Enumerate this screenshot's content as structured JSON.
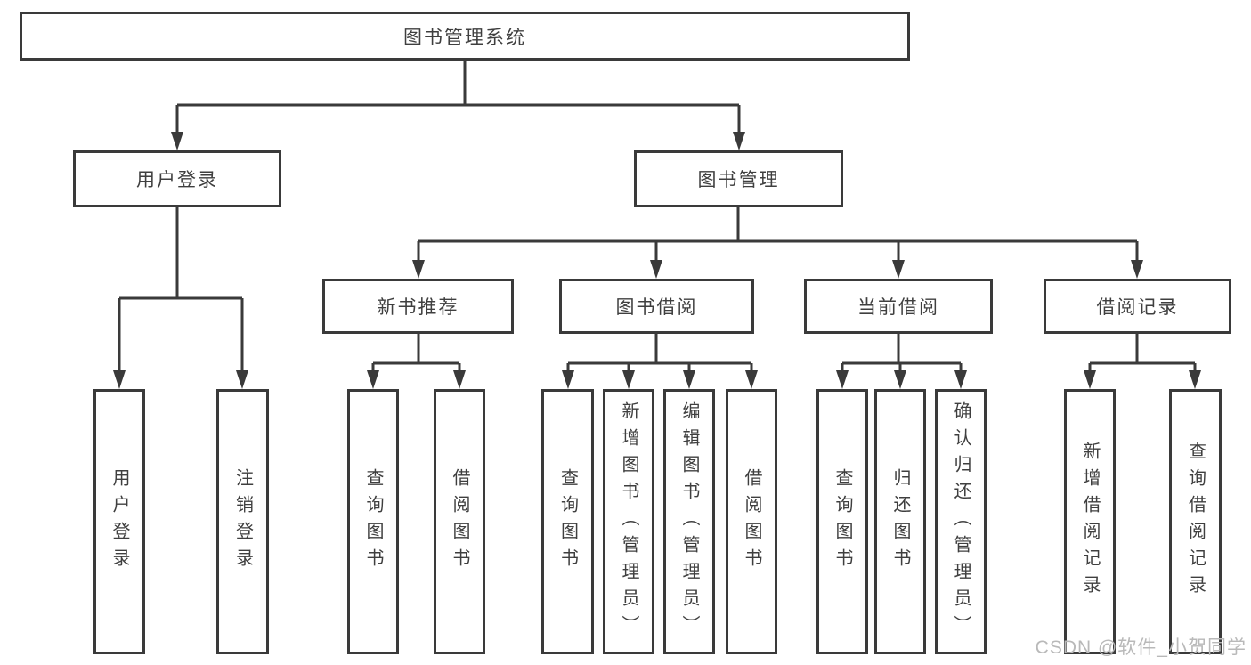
{
  "tree": {
    "label": "图书管理系统",
    "children": [
      {
        "label": "用户登录",
        "children": [
          {
            "label": "用户登录"
          },
          {
            "label": "注销登录"
          }
        ]
      },
      {
        "label": "图书管理",
        "children": [
          {
            "label": "新书推荐",
            "children": [
              {
                "label": "查询图书"
              },
              {
                "label": "借阅图书"
              }
            ]
          },
          {
            "label": "图书借阅",
            "children": [
              {
                "label": "查询图书"
              },
              {
                "label": "新增图书（管理员）"
              },
              {
                "label": "编辑图书（管理员）"
              },
              {
                "label": "借阅图书"
              }
            ]
          },
          {
            "label": "当前借阅",
            "children": [
              {
                "label": "查询图书"
              },
              {
                "label": "归还图书"
              },
              {
                "label": "确认归还（管理员）"
              }
            ]
          },
          {
            "label": "借阅记录",
            "children": [
              {
                "label": "新增借阅记录"
              },
              {
                "label": "查询借阅记录"
              }
            ]
          }
        ]
      }
    ]
  },
  "watermark": "CSDN @软件_小贺同学",
  "colors": {
    "line": "#3a3a3a",
    "text": "#3f3f3f",
    "watermark": "#b9b9b9",
    "background": "#ffffff"
  }
}
